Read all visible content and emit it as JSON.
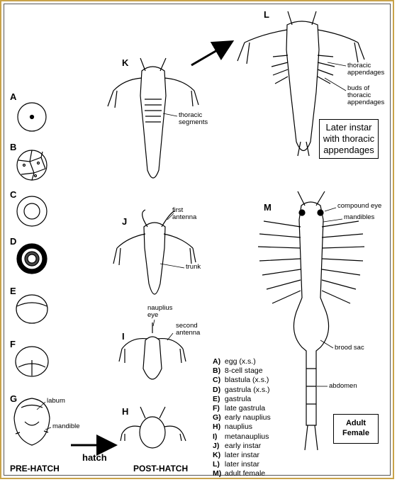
{
  "colors": {
    "frame": "#c9a34a",
    "ink": "#000000",
    "background": "#ffffff"
  },
  "stage_letters": [
    "A",
    "B",
    "C",
    "D",
    "E",
    "F",
    "G",
    "H",
    "I",
    "J",
    "K",
    "L",
    "M"
  ],
  "annotations": {
    "labum": "labum",
    "mandible": "mandible",
    "nauplius_eye": "nauplius\neye",
    "second_antenna": "second\nantenna",
    "first_antenna": "first\nantenna",
    "trunk": "trunk",
    "thoracic_segments": "thoracic\nsegments",
    "thoracic_appendages": "thoracic\nappendages",
    "buds": "buds of\nthoracic\nappendages",
    "compound_eye": "compound eye",
    "mandibles": "mandibles",
    "brood_sac": "brood sac",
    "abdomen": "abdomen"
  },
  "boxes": {
    "later_instar": "Later instar\nwith thoracic\nappendages",
    "adult_female": "Adult\nFemale"
  },
  "footer": {
    "pre_hatch": "PRE-HATCH",
    "hatch": "hatch",
    "post_hatch": "POST-HATCH"
  },
  "legend": [
    {
      "key": "A)",
      "text": "egg (x.s.)"
    },
    {
      "key": "B)",
      "text": "8-cell stage"
    },
    {
      "key": "C)",
      "text": "blastula (x.s.)"
    },
    {
      "key": "D)",
      "text": "gastrula (x.s.)"
    },
    {
      "key": "E)",
      "text": "gastrula"
    },
    {
      "key": "F)",
      "text": "late gastrula"
    },
    {
      "key": "G)",
      "text": "early nauplius"
    },
    {
      "key": "H)",
      "text": "nauplius"
    },
    {
      "key": "I)",
      "text": "metanauplius"
    },
    {
      "key": "J)",
      "text": "early instar"
    },
    {
      "key": "K)",
      "text": "later instar"
    },
    {
      "key": "L)",
      "text": "later instar"
    },
    {
      "key": "M)",
      "text": "adult female"
    }
  ]
}
